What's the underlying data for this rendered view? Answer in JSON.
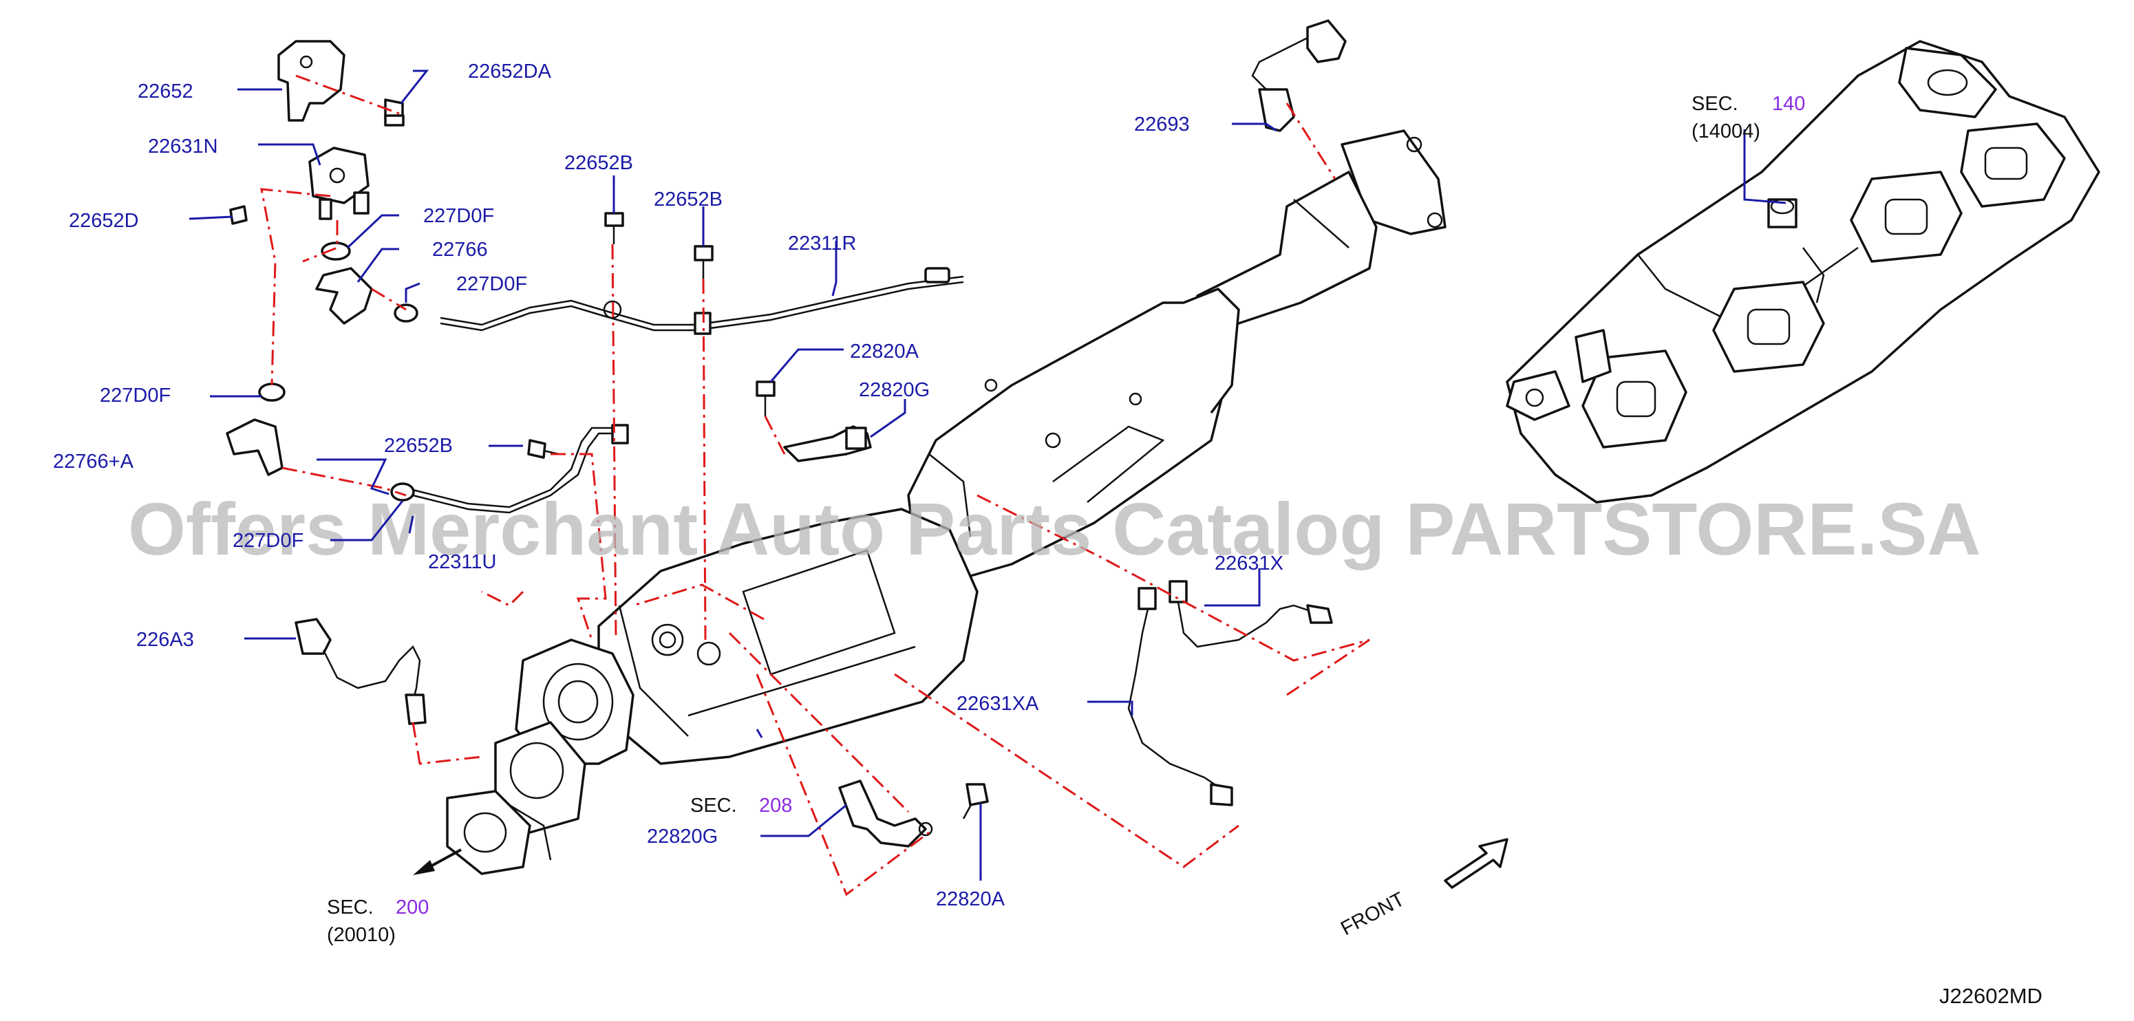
{
  "labels": {
    "p22652": "22652",
    "p22652DA": "22652DA",
    "p22631N": "22631N",
    "p22652D": "22652D",
    "p227D0F_a": "227D0F",
    "p22766": "22766",
    "p227D0F_b": "227D0F",
    "p22652B_a": "22652B",
    "p22652B_b": "22652B",
    "p22311R": "22311R",
    "p22693": "22693",
    "p22820A_top": "22820A",
    "p22820G_top": "22820G",
    "p227D0F_c": "227D0F",
    "p22766A": "22766+A",
    "p22652B_c": "22652B",
    "p227D0F_d": "227D0F",
    "p22311U": "22311U",
    "p22631X": "22631X",
    "p226A3": "226A3",
    "p22631XA": "22631XA",
    "p22820G_bot": "22820G",
    "p22820A_bot": "22820A"
  },
  "sections": {
    "sec140": {
      "prefix": "SEC.",
      "number": "140",
      "ref": "(14004)"
    },
    "sec208": {
      "prefix": "SEC.",
      "number": "208"
    },
    "sec200": {
      "prefix": "SEC.",
      "number": "200",
      "ref": "(20010)"
    }
  },
  "front_label": "FRONT",
  "diagram_code": "J22602MD",
  "watermark": "Offers Merchant Auto Parts Catalog PARTSTORE.SA",
  "colors": {
    "label": "#1a1aa8",
    "section_number": "#8a2be2",
    "dash_line": "#e01818",
    "line_art": "#111111"
  }
}
